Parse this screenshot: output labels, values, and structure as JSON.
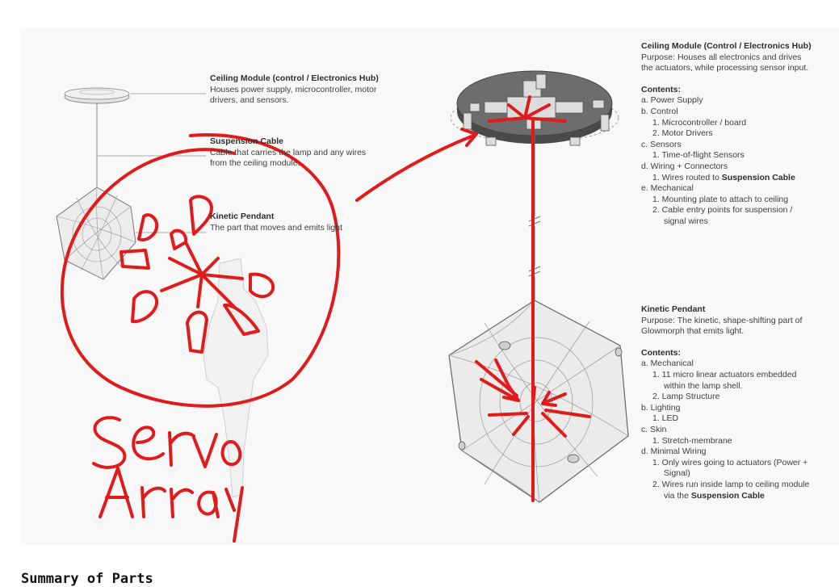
{
  "left_labels": {
    "ceiling": {
      "title": "Ceiling Module (control / Electronics Hub)",
      "lines": [
        "Houses power supply, microcontroller, motor",
        "drivers, and sensors."
      ]
    },
    "cable": {
      "title": "Suspension Cable",
      "lines": [
        "Cable that carries the lamp and any wires",
        "from the ceiling module."
      ]
    },
    "pendant": {
      "title": "Kinetic Pendant",
      "lines": [
        "The part that moves and emits light"
      ]
    }
  },
  "right_ceiling": {
    "title": "Ceiling Module (Control / Electronics Hub)",
    "purpose": [
      "Purpose: Houses all electronics and drives",
      "the actuators, while processing sensor input."
    ],
    "contents_heading": "Contents:",
    "items": [
      {
        "level": 1,
        "text": "a. Power Supply"
      },
      {
        "level": 1,
        "text": "b. Control"
      },
      {
        "level": 2,
        "text": "1. Microcontroller / board"
      },
      {
        "level": 2,
        "text": "2. Motor Drivers"
      },
      {
        "level": 1,
        "text": "c. Sensors"
      },
      {
        "level": 2,
        "text": "1. Time-of-flight Sensors"
      },
      {
        "level": 1,
        "text": "d. Wiring + Connectors"
      },
      {
        "level": 2,
        "text": "1. Wires routed to ",
        "bold": "Suspension Cable"
      },
      {
        "level": 1,
        "text": "e. Mechanical"
      },
      {
        "level": 2,
        "text": "1. Mounting plate to attach to ceiling"
      },
      {
        "level": 2,
        "text": "2. Cable entry points for suspension /"
      },
      {
        "level": 3,
        "text": "signal wires"
      }
    ]
  },
  "right_pendant": {
    "title": "Kinetic Pendant",
    "purpose": [
      "Purpose: The kinetic, shape-shifting part of",
      "Glowmorph that emits light."
    ],
    "contents_heading": "Contents:",
    "items": [
      {
        "level": 1,
        "text": "a. Mechanical"
      },
      {
        "level": 2,
        "text": "1. 11 micro linear actuators embedded"
      },
      {
        "level": 3,
        "text": "within the lamp shell."
      },
      {
        "level": 2,
        "text": "2. Lamp Structure"
      },
      {
        "level": 1,
        "text": "b. Lighting"
      },
      {
        "level": 2,
        "text": "1. LED"
      },
      {
        "level": 1,
        "text": "c. Skin"
      },
      {
        "level": 2,
        "text": "1. Stretch-membrane"
      },
      {
        "level": 1,
        "text": "d. Minimal Wiring"
      },
      {
        "level": 2,
        "text": "1. Only wires going to actuators (Power +"
      },
      {
        "level": 3,
        "text": "Signal)"
      },
      {
        "level": 2,
        "text": "2. Wires run inside lamp to ceiling module"
      },
      {
        "level": 3,
        "text": "via the ",
        "bold": "Suspension Cable"
      }
    ]
  },
  "handwriting": [
    "Servo",
    "Array"
  ],
  "bottom_heading": "Summary of Parts",
  "colors": {
    "annotation_red": "#e01b1b",
    "figure_bg": "#f8f8f8",
    "text": "#3f3f3f"
  }
}
